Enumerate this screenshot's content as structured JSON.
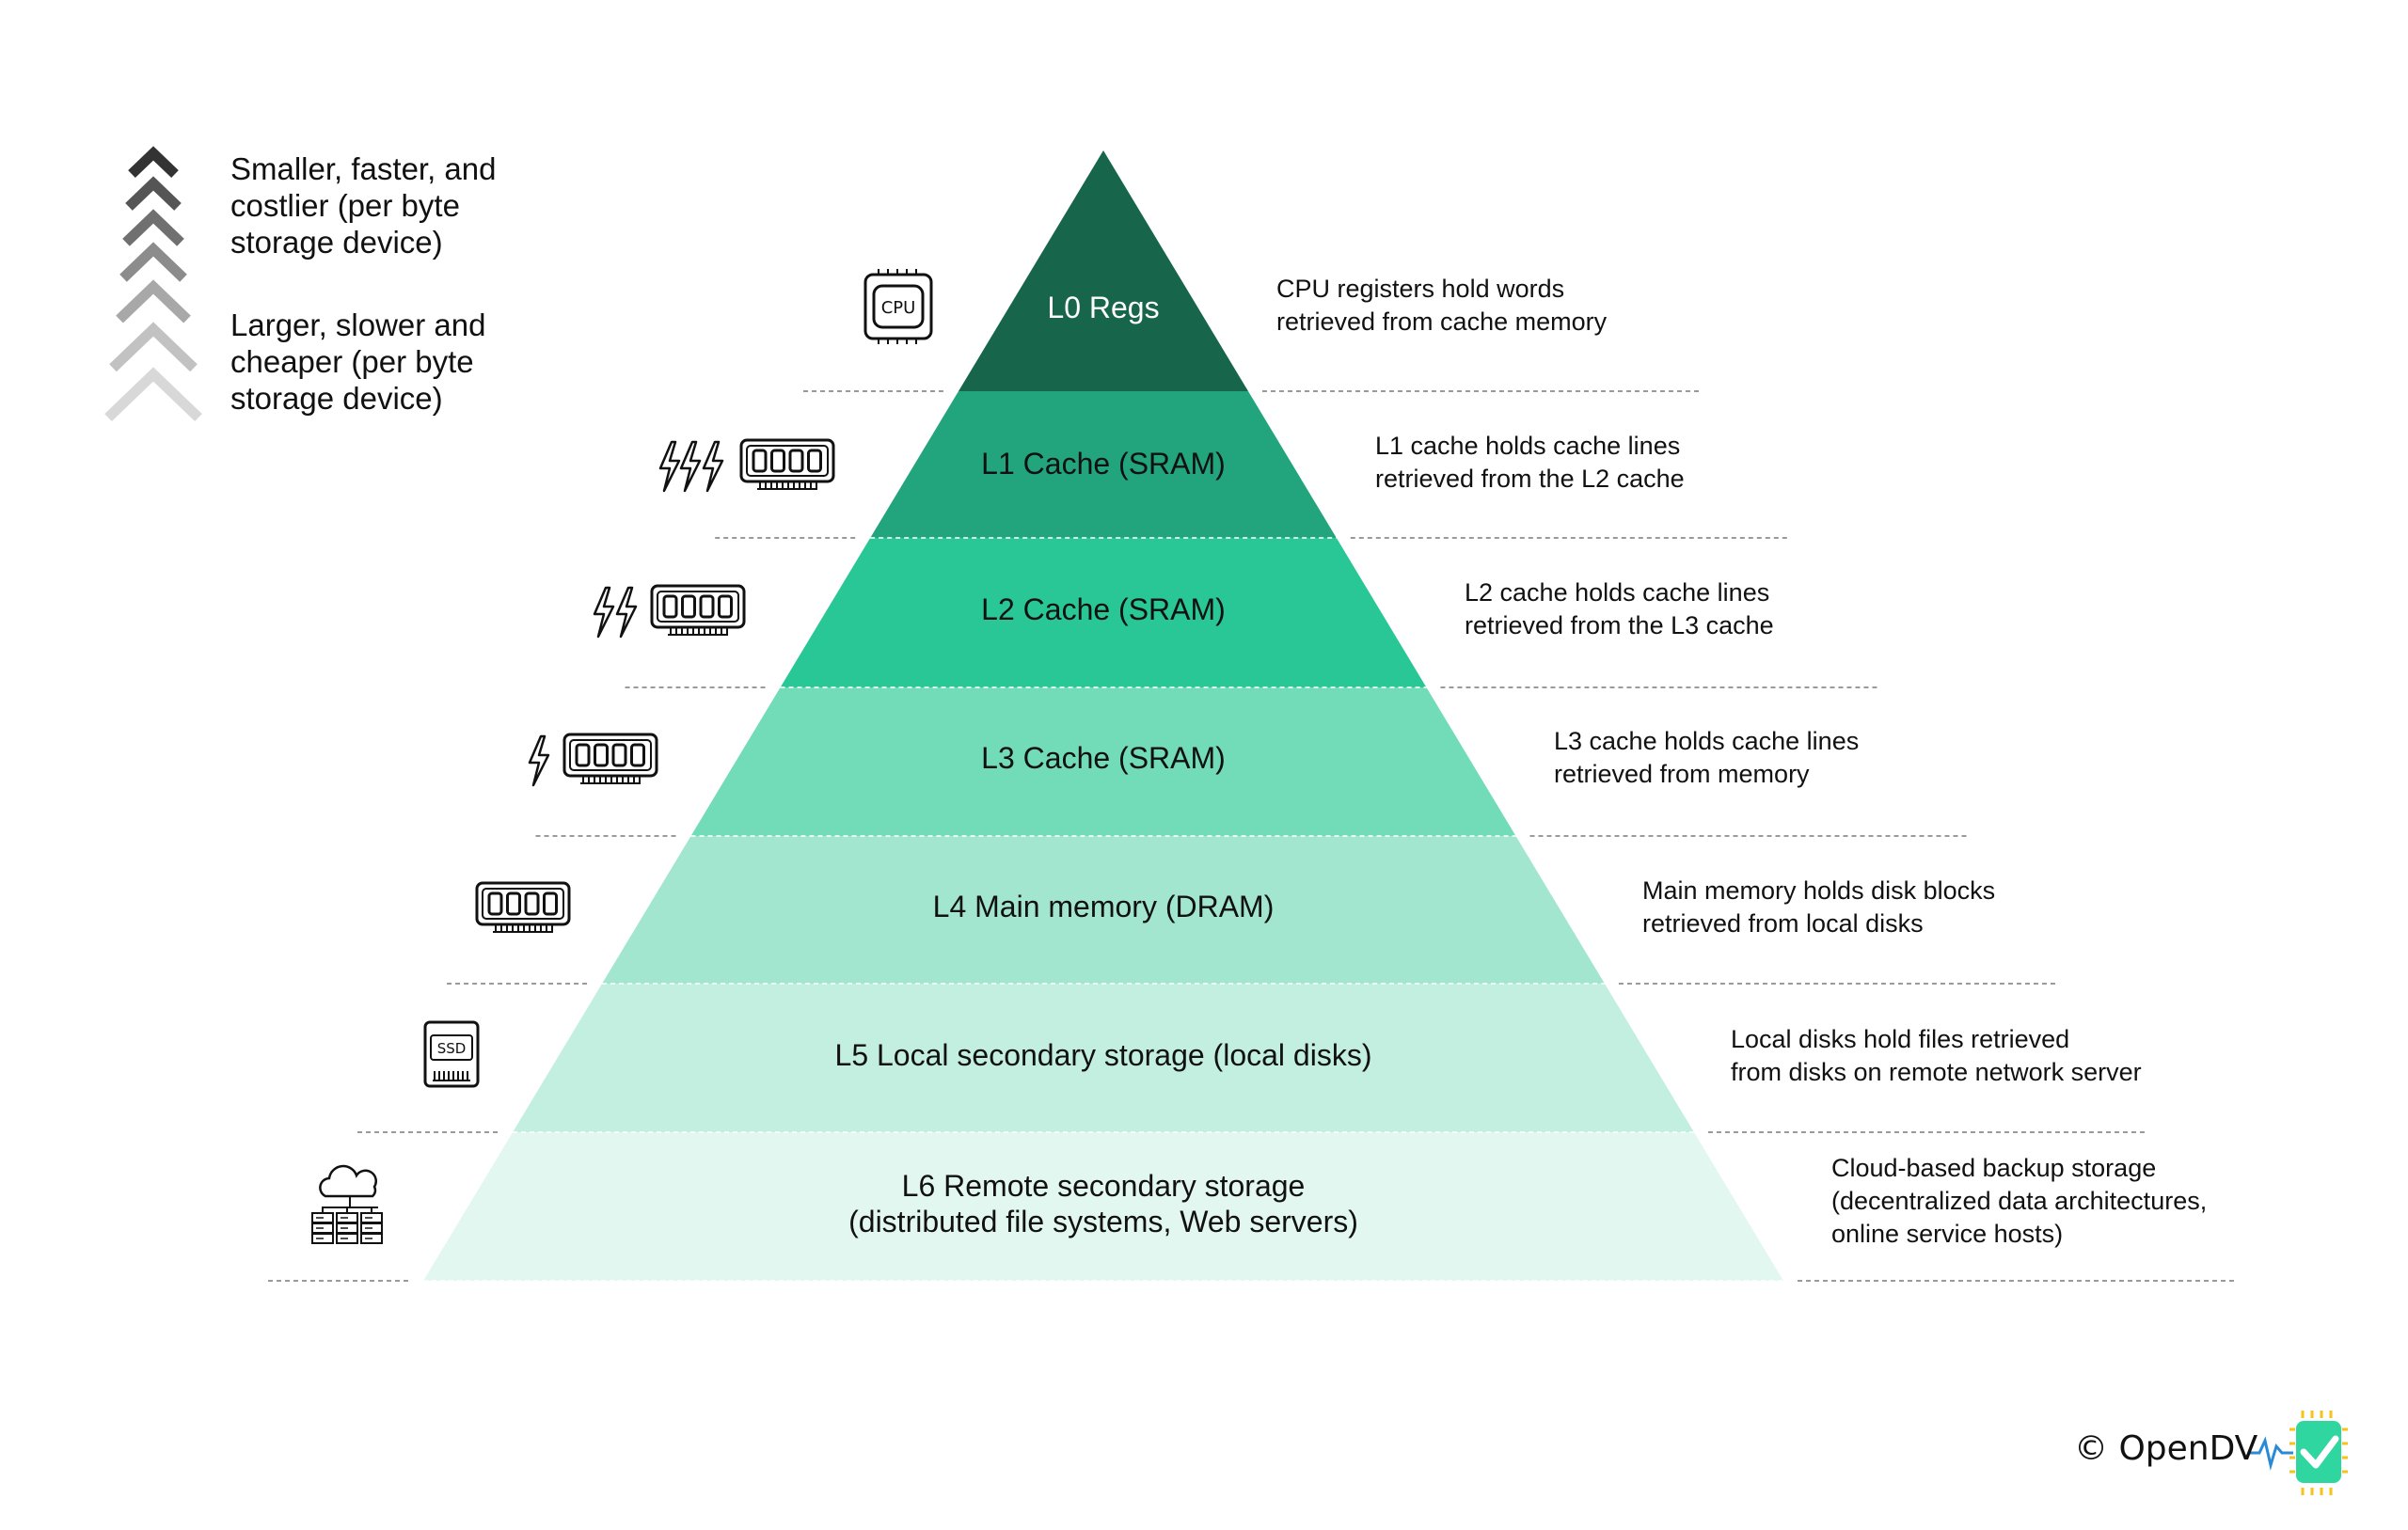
{
  "legend": {
    "top_text": "Smaller, faster, and\ncostlier (per byte\nstorage device)",
    "bottom_text": "Larger, slower and\ncheaper (per byte\nstorage device)"
  },
  "levels": [
    {
      "id": "l0",
      "label": "L0 Regs",
      "description": "CPU registers hold words\nretrieved from cache memory",
      "color": "#17664c",
      "text_color": "#ffffff",
      "icon": "cpu-chip-icon",
      "icon_text": "CPU"
    },
    {
      "id": "l1",
      "label": "L1 Cache (SRAM)",
      "description": "L1 cache holds cache lines\nretrieved from the L2 cache",
      "color": "#22a47d",
      "text_color": "#111111",
      "icon": "sram-module-icon",
      "bolts": 3
    },
    {
      "id": "l2",
      "label": "L2 Cache (SRAM)",
      "description": "L2 cache holds cache lines\nretrieved from the L3 cache",
      "color": "#29c795",
      "text_color": "#111111",
      "icon": "sram-module-icon",
      "bolts": 2
    },
    {
      "id": "l3",
      "label": "L3 Cache (SRAM)",
      "description": "L3 cache holds cache lines\nretrieved from memory",
      "color": "#72dbb8",
      "text_color": "#111111",
      "icon": "sram-module-icon",
      "bolts": 1
    },
    {
      "id": "l4",
      "label": "L4 Main memory (DRAM)",
      "description": "Main memory holds disk blocks\nretrieved from local disks",
      "color": "#a2e6cf",
      "text_color": "#111111",
      "icon": "dram-module-icon",
      "bolts": 0
    },
    {
      "id": "l5",
      "label": "L5 Local secondary storage (local disks)",
      "description": "Local disks hold files retrieved\nfrom disks on remote network server",
      "color": "#c3efe0",
      "text_color": "#111111",
      "icon": "ssd-drive-icon",
      "icon_text": "SSD"
    },
    {
      "id": "l6",
      "label": "L6 Remote secondary storage\n(distributed file systems, Web servers)",
      "description": "Cloud-based backup storage\n(decentralized data architectures,\nonline service hosts)",
      "color": "#e2f7ef",
      "text_color": "#111111",
      "icon": "cloud-servers-icon"
    }
  ],
  "credit": "© OpenDV",
  "colors": {
    "divider": "#9a9a9a",
    "logo_green": "#2fd6a0",
    "logo_yellow": "#f6c21c",
    "logo_blue": "#2a8ad6"
  }
}
